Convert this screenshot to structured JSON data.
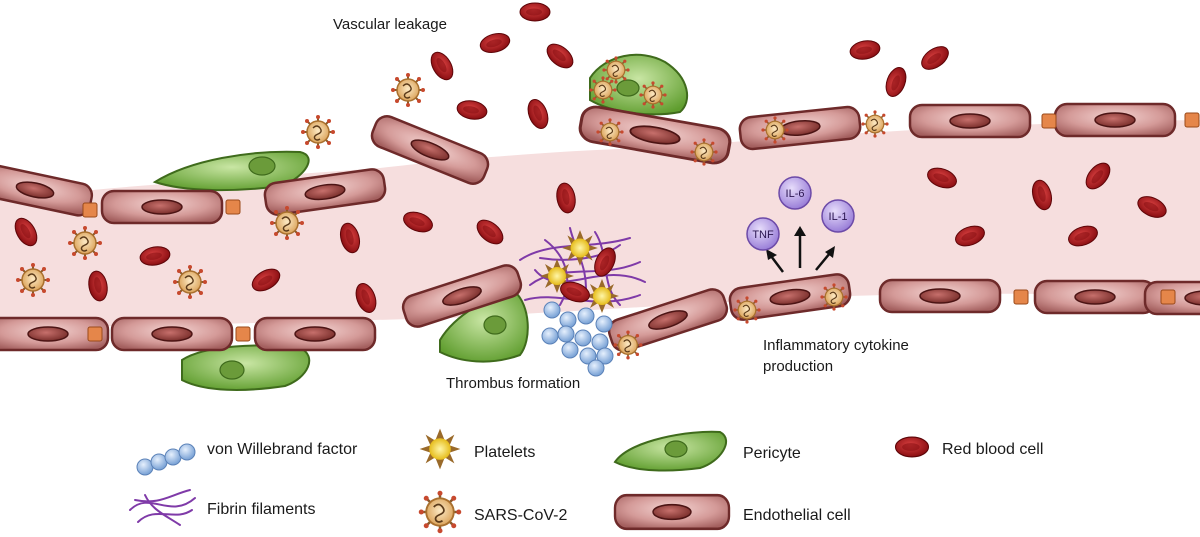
{
  "labels": {
    "vascular_leakage": "Vascular leakage",
    "thrombus_formation": "Thrombus formation",
    "cytokine_line1": "Inflammatory cytokine",
    "cytokine_line2": "production"
  },
  "cytokines": {
    "il6": "IL-6",
    "il1": "IL-1",
    "tnf": "TNF"
  },
  "legend": {
    "vwf": "von Willebrand factor",
    "fibrin": "Fibrin filaments",
    "platelets": "Platelets",
    "sars": "SARS-CoV-2",
    "pericyte": "Pericyte",
    "endothelial": "Endothelial cell",
    "rbc": "Red blood cell"
  },
  "colors": {
    "endothelial": "#c98a8a",
    "endothelial_dark": "#6e2a2a",
    "lumen": "#f6dede",
    "rbc": "#b01e22",
    "pericyte": "#8fc45c",
    "platelet": "#f3d321",
    "virus": "#f1c890",
    "fibrin": "#7f3aa8",
    "vwf": "#a7c5ec",
    "cytokine": "#b9a4e8",
    "junction": "#e5864a"
  }
}
